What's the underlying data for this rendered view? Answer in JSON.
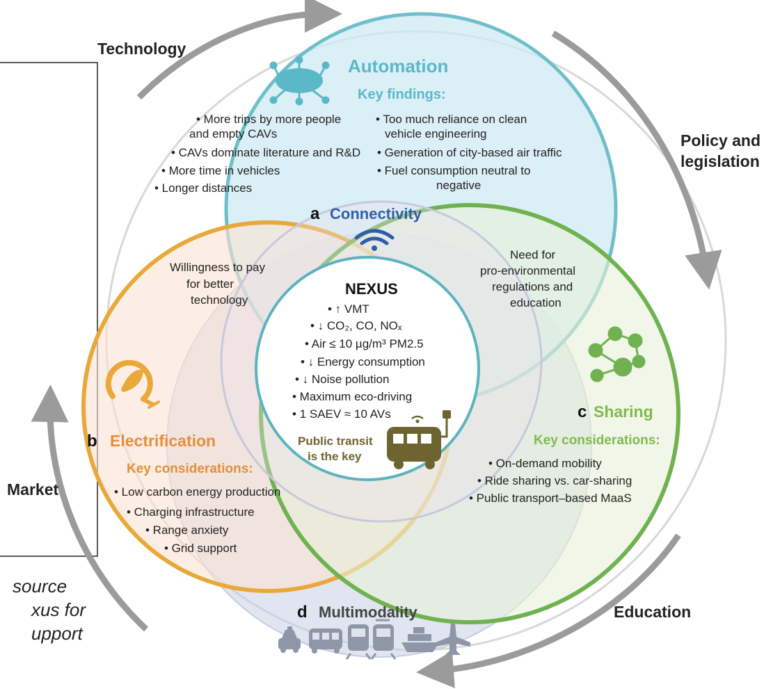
{
  "outer_labels": {
    "technology": "Technology",
    "policy_1": "Policy and",
    "policy_2": "legislation",
    "market": "Market",
    "education": "Education"
  },
  "automation": {
    "title": "Automation",
    "subtitle": "Key findings:",
    "left_items": [
      "• More trips by more people",
      "and empty CAVs",
      "• CAVs dominate literature and R&D",
      "• More time in vehicles",
      "• Longer distances"
    ],
    "right_items": [
      "• Too much reliance on clean",
      "vehicle engineering",
      "• Generation of city-based air traffic",
      "• Fuel consumption neutral to",
      "negative"
    ],
    "icon": "cloud-network-icon",
    "color": "#5bb8c9"
  },
  "connectivity": {
    "letter": "a",
    "title": "Connectivity",
    "icon": "wifi-icon",
    "color": "#2f5ea8"
  },
  "willingness": [
    "Willingness to pay",
    "for better",
    "technology"
  ],
  "need": [
    "Need for",
    "pro-environmental",
    "regulations and",
    "education"
  ],
  "nexus": {
    "title": "NEXUS",
    "items": [
      "• ↑ VMT",
      "• ↓ CO₂, CO, NOₓ",
      "• Air ≤ 10 µg/m³ PM2.5",
      "• ↓ Energy consumption",
      "• ↓ Noise pollution",
      "• Maximum eco-driving",
      "• 1 SAEV ≈ 10 AVs"
    ],
    "public_transit": [
      "Public transit",
      "is the key"
    ],
    "icon": "electric-bus-icon"
  },
  "electrification": {
    "letter": "b",
    "title": "Electrification",
    "subtitle": "Key considerations:",
    "items": [
      "• Low carbon energy production",
      "• Charging infrastructure",
      "• Range anxiety",
      "• Grid support"
    ],
    "icon": "leaf-plug-icon",
    "color": "#e8a93a"
  },
  "sharing": {
    "letter": "c",
    "title": "Sharing",
    "subtitle": "Key considerations:",
    "items": [
      "• On-demand mobility",
      "• Ride sharing vs. car-sharing",
      "• Public transport–based MaaS"
    ],
    "icon": "people-network-icon",
    "color": "#6fb24f"
  },
  "multimodality": {
    "letter": "d",
    "title": "Multimodality",
    "icons": [
      "taxi-icon",
      "bus-icon",
      "train-icon",
      "tram-icon",
      "ship-icon",
      "plane-icon"
    ]
  },
  "partial_text": [
    "source",
    "xus  for",
    "upport"
  ]
}
